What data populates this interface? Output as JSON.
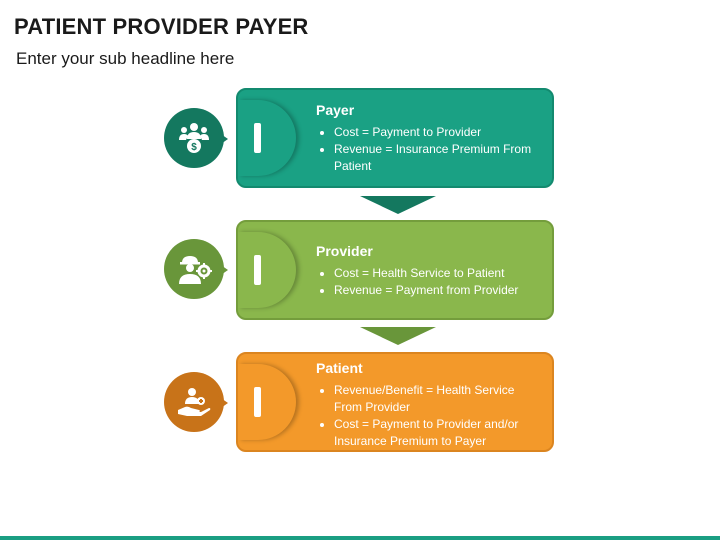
{
  "header": {
    "title": "PATIENT PROVIDER PAYER",
    "subtitle": "Enter your sub headline here"
  },
  "colors": {
    "payer": "#1aa184",
    "payer_dark": "#138a6f",
    "payer_icon": "#14785f",
    "provider": "#8ab74c",
    "provider_dark": "#749d3c",
    "provider_icon": "#69963a",
    "patient": "#f3992a",
    "patient_dark": "#db8520",
    "patient_icon": "#c87319",
    "bottom_bar": "#1a9e82"
  },
  "cards": [
    {
      "heading": "Payer",
      "icon": "people-dollar-icon",
      "bullets": [
        "Cost = Payment to Provider",
        "Revenue = Insurance Premium From Patient"
      ]
    },
    {
      "heading": "Provider",
      "icon": "worker-gear-icon",
      "bullets": [
        "Cost = Health Service to Patient",
        "Revenue = Payment from Provider"
      ]
    },
    {
      "heading": "Patient",
      "icon": "hand-care-icon",
      "bullets": [
        "Revenue/Benefit = Health Service From Provider",
        "Cost = Payment to Provider and/or Insurance Premium to Payer"
      ]
    }
  ]
}
